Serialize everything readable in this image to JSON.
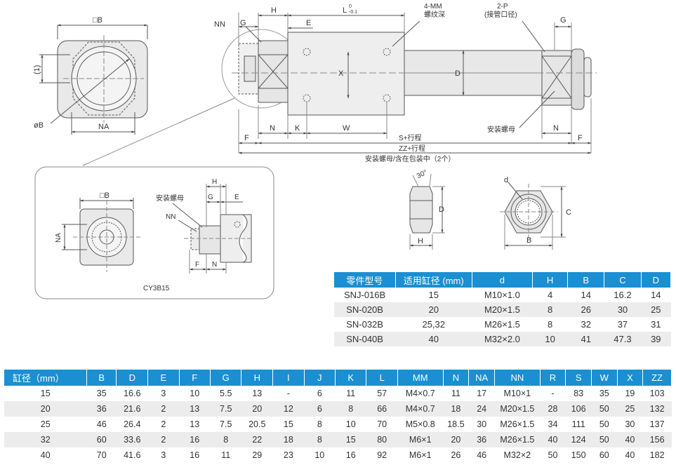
{
  "drawing": {
    "end_view": {
      "top_label": "□B",
      "side_label": "(1)",
      "dia_label": "øB",
      "bottom_label": "NA"
    },
    "main_view": {
      "NN": "NN",
      "G": "G",
      "H": "H",
      "L": "L",
      "L_tol_top": "0",
      "L_tol_bottom": "-0.1",
      "E": "E",
      "MM_note": "4-MM",
      "MM_desc": "螺纹深",
      "P_note": "2-P",
      "P_desc": "(接管口径)",
      "G_right": "G",
      "X": "X",
      "D": "D",
      "F": "F",
      "N": "N",
      "K": "K",
      "W": "W",
      "nut_label": "安装螺母",
      "N_right": "N",
      "F_right": "F",
      "S_stroke": "S+行程",
      "ZZ_stroke": "ZZ+行程",
      "nut_note": "安装螺母/含在包装中（2个）"
    },
    "detail": {
      "B": "□B",
      "NA": "NA",
      "nut_label": "安装螺母",
      "H": "H",
      "G": "G",
      "E": "E",
      "NN": "NN",
      "F": "F",
      "N": "N",
      "model": "CY3B15"
    },
    "nut_side": {
      "angle": "30°",
      "D": "D",
      "H": "H"
    },
    "nut_front": {
      "d": "d",
      "C": "C",
      "B": "B"
    }
  },
  "nut_table": {
    "headers": [
      "零件型号",
      "适用缸径 (mm)",
      "d",
      "H",
      "B",
      "C",
      "D"
    ],
    "rows": [
      [
        "SNJ-016B",
        "15",
        "M10×1.0",
        "4",
        "14",
        "16.2",
        "14"
      ],
      [
        "SN-020B",
        "20",
        "M20×1.5",
        "8",
        "26",
        "30",
        "25"
      ],
      [
        "SN-032B",
        "25,32",
        "M26×1.5",
        "8",
        "32",
        "37",
        "31"
      ],
      [
        "SN-040B",
        "40",
        "M32×2.0",
        "10",
        "41",
        "47.3",
        "39"
      ]
    ]
  },
  "main_table": {
    "headers": [
      "缸径（mm）",
      "B",
      "D",
      "E",
      "F",
      "G",
      "H",
      "I",
      "J",
      "K",
      "L",
      "MM",
      "N",
      "NA",
      "NN",
      "R",
      "S",
      "W",
      "X",
      "ZZ"
    ],
    "rows": [
      [
        "15",
        "35",
        "16.6",
        "3",
        "10",
        "5.5",
        "13",
        "-",
        "6",
        "11",
        "57",
        "M4×0.7",
        "11",
        "17",
        "M10×1",
        "-",
        "83",
        "35",
        "19",
        "103"
      ],
      [
        "20",
        "36",
        "21.6",
        "2",
        "13",
        "7.5",
        "20",
        "12",
        "6",
        "8",
        "66",
        "M4×0.7",
        "18",
        "24",
        "M20×1.5",
        "28",
        "106",
        "50",
        "25",
        "132"
      ],
      [
        "25",
        "46",
        "26.4",
        "2",
        "13",
        "7.5",
        "20.5",
        "15",
        "8",
        "10",
        "70",
        "M5×0.8",
        "18.5",
        "30",
        "M26×1.5",
        "34",
        "111",
        "50",
        "30",
        "137"
      ],
      [
        "32",
        "60",
        "33.6",
        "2",
        "16",
        "8",
        "22",
        "18",
        "8",
        "15",
        "80",
        "M6×1",
        "20",
        "36",
        "M26×1.5",
        "40",
        "124",
        "50",
        "40",
        "156"
      ],
      [
        "40",
        "70",
        "41.6",
        "3",
        "16",
        "11",
        "29",
        "23",
        "10",
        "16",
        "92",
        "M6×1",
        "26",
        "46",
        "M32×2",
        "50",
        "150",
        "60",
        "40",
        "182"
      ]
    ]
  }
}
